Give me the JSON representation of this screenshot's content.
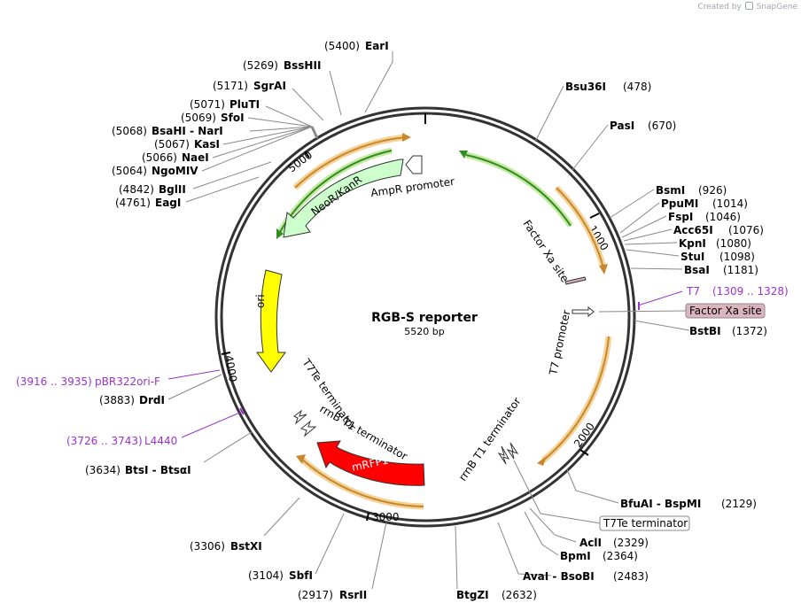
{
  "credit": {
    "prefix": "Created by",
    "brand": "SnapGene"
  },
  "plasmid": {
    "name": "RGB-S reporter",
    "length_label": "5520 bp",
    "length": 5520
  },
  "ticks": [
    "1000",
    "2000",
    "3000",
    "4000",
    "5000"
  ],
  "sites_right": [
    {
      "name": "Bsu36I",
      "pos": "(478)"
    },
    {
      "name": "PasI",
      "pos": "(670)"
    },
    {
      "name": "BsmI",
      "pos": "(926)"
    },
    {
      "name": "PpuMI",
      "pos": "(1014)"
    },
    {
      "name": "FspI",
      "pos": "(1046)"
    },
    {
      "name": "Acc65I",
      "pos": "(1076)"
    },
    {
      "name": "KpnI",
      "pos": "(1080)"
    },
    {
      "name": "StuI",
      "pos": "(1098)"
    },
    {
      "name": "BsaI",
      "pos": "(1181)"
    },
    {
      "name": "BstBI",
      "pos": "(1372)"
    },
    {
      "name": "BfuAI  -  BspMI",
      "pos": "(2129)"
    },
    {
      "name": "AclI",
      "pos": "(2329)"
    },
    {
      "name": "BpmI",
      "pos": "(2364)"
    },
    {
      "name": "AvaI  -  BsoBI",
      "pos": "(2483)"
    },
    {
      "name": "BtgZI",
      "pos": "(2632)"
    }
  ],
  "sites_left": [
    {
      "name": "EarI",
      "pos": "(5400)"
    },
    {
      "name": "BssHII",
      "pos": "(5269)"
    },
    {
      "name": "SgrAI",
      "pos": "(5171)"
    },
    {
      "name": "PluTI",
      "pos": "(5071)"
    },
    {
      "name": "SfoI",
      "pos": "(5069)"
    },
    {
      "name": "BsaHI  -  NarI",
      "pos": "(5068)"
    },
    {
      "name": "KasI",
      "pos": "(5067)"
    },
    {
      "name": "NaeI",
      "pos": "(5066)"
    },
    {
      "name": "NgoMIV",
      "pos": "(5064)"
    },
    {
      "name": "BglII",
      "pos": "(4842)"
    },
    {
      "name": "EagI",
      "pos": "(4761)"
    },
    {
      "name": "DrdI",
      "pos": "(3883)"
    },
    {
      "name": "BtsI  -  BtsαI",
      "pos": "(3634)"
    },
    {
      "name": "BstXI",
      "pos": "(3306)"
    },
    {
      "name": "SbfI",
      "pos": "(3104)"
    },
    {
      "name": "RsrII",
      "pos": "(2917)"
    }
  ],
  "primers": [
    {
      "name": "T7",
      "pos": "(1309 .. 1328)"
    },
    {
      "name": "pBR322ori-F",
      "pos": "(3916 .. 3935)"
    },
    {
      "name": "L4440",
      "pos": "(3726 .. 3743)"
    }
  ],
  "boxed_labels": {
    "factor_xa": "Factor Xa site",
    "t7te": "T7Te terminator"
  },
  "features": {
    "neo_kan": "NeoR/KanR",
    "ampr_promoter": "AmpR promoter",
    "factor_xa_inner": "Factor Xa site",
    "t7_promoter": "T7 promoter",
    "rrnb_inner_right": "rrnB T1 terminator",
    "ori": "ori",
    "t7te_inner": "T7Te terminator",
    "rrnb_inner_left": "rrnB T1 terminator",
    "mrfp1": "mRFP1"
  },
  "colors": {
    "neo_kan_fill": "#ccffcc",
    "ori_fill": "#ffff00",
    "mrfp1_fill": "#ff0000",
    "orf_arrow": "#f0c070",
    "green_arrow": "#33aa33",
    "primer": "#9933cc",
    "factor_xa_box": "#dcb4c0",
    "backbone": "#333333"
  }
}
